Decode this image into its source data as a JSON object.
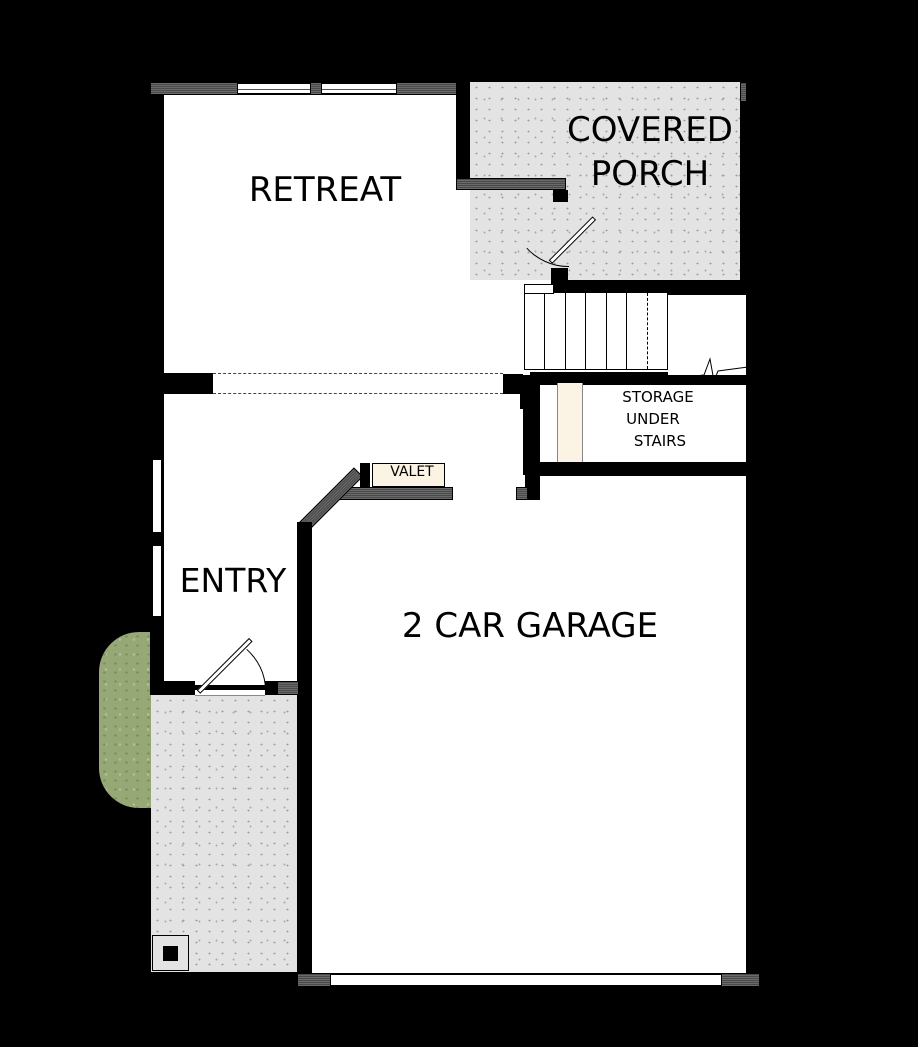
{
  "plan": {
    "background": "#000000",
    "rooms": [
      {
        "id": "retreat",
        "label": "RETREAT"
      },
      {
        "id": "covered_porch",
        "label_line1": "COVERED",
        "label_line2": "PORCH"
      },
      {
        "id": "storage",
        "label_line1": "STORAGE",
        "label_line2": "UNDER",
        "label_line3": "STAIRS"
      },
      {
        "id": "entry",
        "label": "ENTRY"
      },
      {
        "id": "garage",
        "label": "2 CAR GARAGE"
      },
      {
        "id": "valet",
        "label": "VALET"
      }
    ],
    "colors": {
      "floor": "#ffffff",
      "concrete": "#e3e3e3",
      "wall": "#000000",
      "partial_wall": "#5a5a5a",
      "bush": "#97a877",
      "valet_fill": "#fbf3e4",
      "storage_strip": "#fbf3e4"
    }
  }
}
